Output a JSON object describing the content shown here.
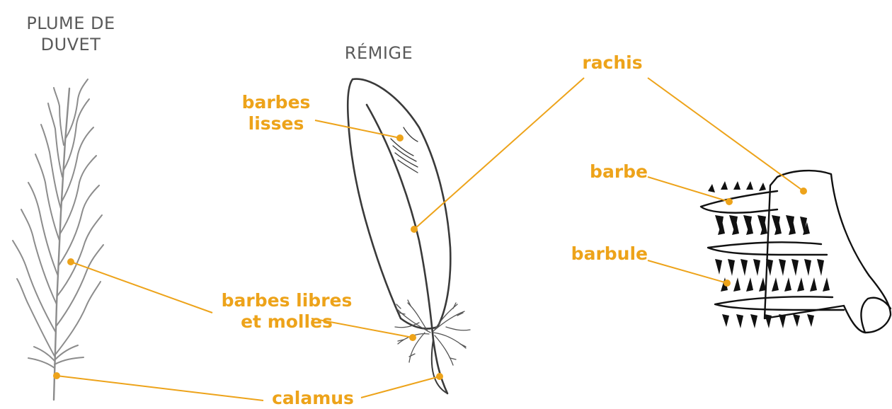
{
  "titles": {
    "down_line1": "PLUME DE",
    "down_line2": "DUVET",
    "remige": "RÉMIGE"
  },
  "labels": {
    "barbes_lisses_1": "barbes",
    "barbes_lisses_2": "lisses",
    "rachis": "rachis",
    "barbe": "barbe",
    "barbule": "barbule",
    "barbes_libres_1": "barbes libres",
    "barbes_libres_2": "et molles",
    "calamus": "calamus"
  },
  "colors": {
    "accent": "#eda31a",
    "title_text": "#5a5a5a",
    "down_feather": "#8c8c8c",
    "remige_outline": "#3a3a3a",
    "detail_outline": "#111111"
  }
}
